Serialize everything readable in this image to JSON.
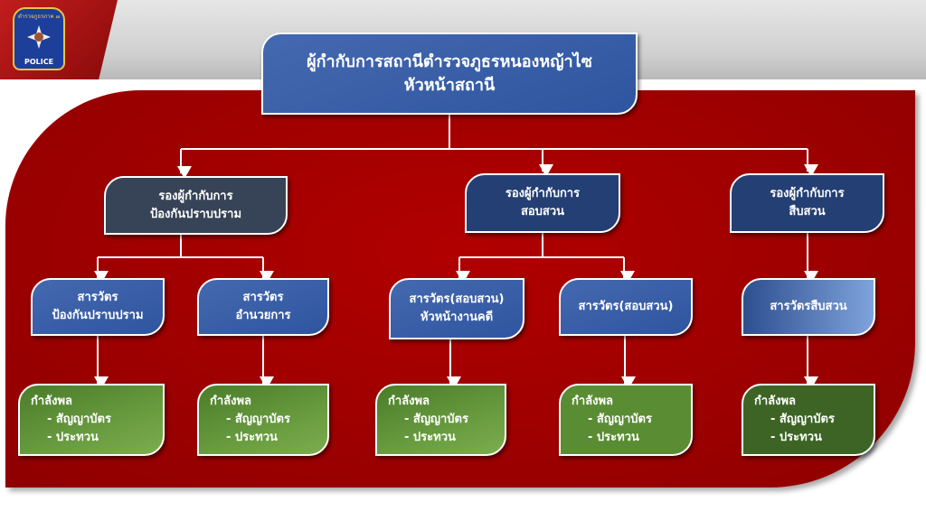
{
  "header": {
    "logo_text": "ตำรวจภูธรภาค ๗",
    "logo_label": "POLICE"
  },
  "chief": {
    "line1": "ผู้กำกับการสถานีตำรวจภูธรหนองหญ้าไซ",
    "line2": "หัวหน้าสถานี"
  },
  "deputies": [
    {
      "line1": "รองผู้กำกับการ",
      "line2": "ป้องกันปราบปราม"
    },
    {
      "line1": "รองผู้กำกับการ",
      "line2": "สอบสวน"
    },
    {
      "line1": "รองผู้กำกับการ",
      "line2": "สืบสวน"
    }
  ],
  "inspectors": [
    {
      "line1": "สารวัตร",
      "line2": "ป้องกันปราบปราม"
    },
    {
      "line1": "สารวัตร",
      "line2": "อำนวยการ"
    },
    {
      "line1": "สารวัตร(สอบสวน)",
      "line2": "หัวหน้างานคดี"
    },
    {
      "line1": "สารวัตร(สอบสวน)"
    },
    {
      "line1": "สารวัตรสืบสวน"
    }
  ],
  "personnel": {
    "title": "กำลังพล",
    "item1": "- สัญญาบัตร",
    "item2": "- ประทวน"
  }
}
